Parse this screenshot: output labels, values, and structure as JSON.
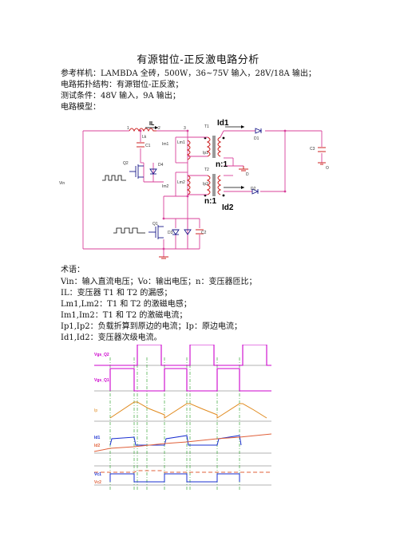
{
  "title": "有源钳位-正反激电路分析",
  "intro": [
    "参考样机：LAMBDA 全砖，500W，36~75V 输入，28V/18A 输出；",
    "电路拓扑结构：有源钳位-正反激；",
    "测试条件：48V 输入，9A 输出；",
    "电路模型："
  ],
  "terms": [
    "术语：",
    "Vin：输入直流电压；Vo：输出电压；n：变压器匝比；",
    "IL：变压器 T1 和 T2 的漏感；",
    "Lm1,Lm2：T1 和 T2 的激磁电感；",
    "Im1,Im2：T1 和 T2 的激磁电流；",
    "Ip1,Ip2：负载折算到原边的电流；Ip：原边电流；",
    "Id1,Id2：变压器次级电流。"
  ],
  "schematic": {
    "labels": {
      "IL": "IL",
      "Lk": "Lk",
      "C1": "C1",
      "Q2": "Q2",
      "D4": "D4",
      "Vin": "Vin",
      "Im1": "Im1",
      "Lm1": "Lm1",
      "Ip1": "Ip1",
      "T1": "T1",
      "n1": "n:1",
      "Id1": "Id1",
      "D1": "D1",
      "C3": "C3",
      "Vo_node": "O",
      "T2": "T2",
      "Im2": "Im2",
      "Lm2": "Lm2",
      "Ip2": "Ip2",
      "n2": "n:1",
      "Id2": "Id2",
      "D2": "D2",
      "D_node": "D",
      "Q1": "Q1",
      "D3": "D3",
      "C2": "C2",
      "pin1": "1",
      "pin2": "2",
      "pin3": "3"
    }
  },
  "waveforms": {
    "labels": [
      "Vgs_Q2",
      "Vgs_Q1",
      "Ip",
      "Id1",
      "Id2",
      "Vc1",
      "Vc2"
    ],
    "colors": {
      "vgs": "#cc00cc",
      "ip": "#e08a1e",
      "id1": "#1a2fd0",
      "id2": "#e0603a",
      "grid": "#666666",
      "marker": "#1a9a1a"
    }
  }
}
